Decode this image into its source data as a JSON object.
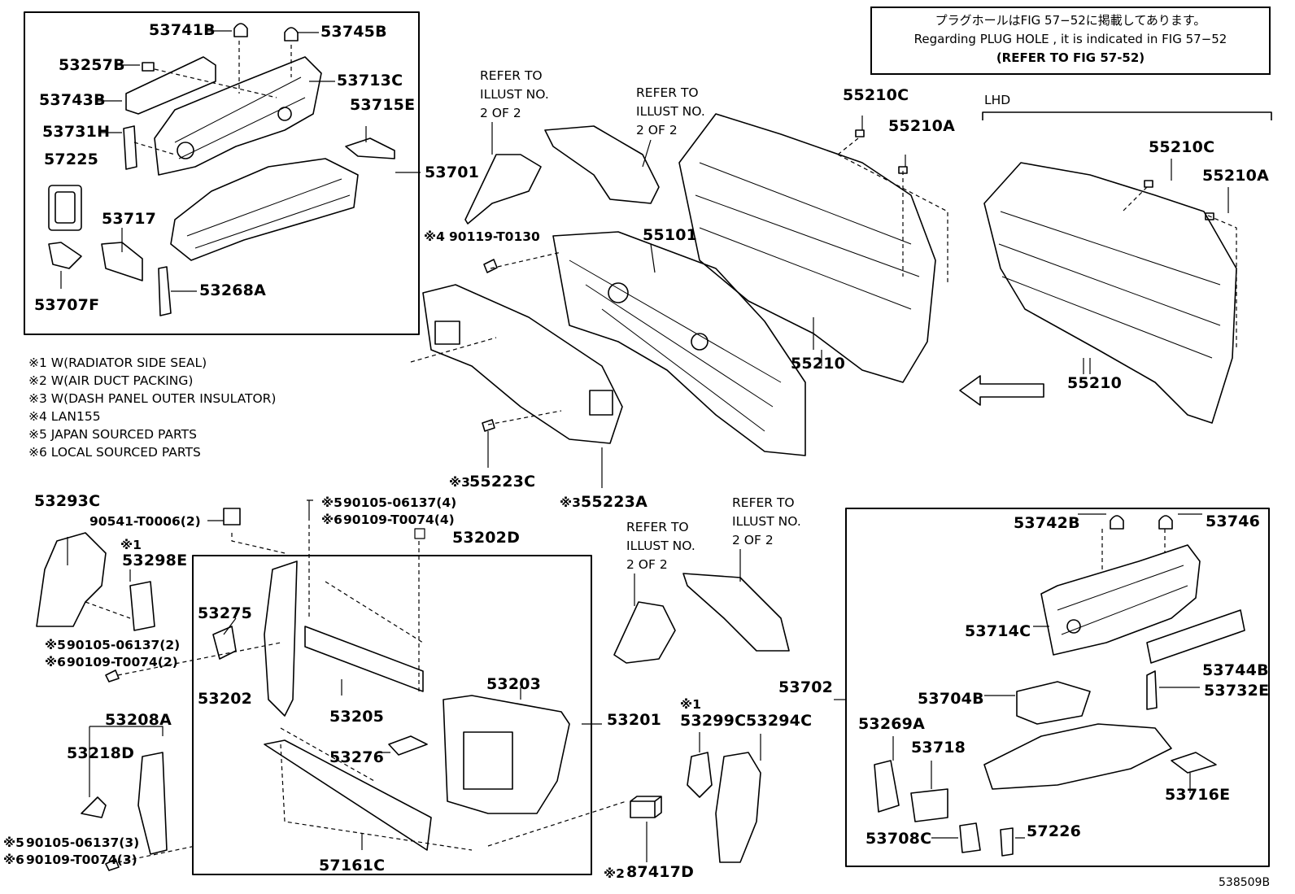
{
  "notice": {
    "line_jp": "プラグホールはFIG 57−52に掲載してあります。",
    "line_en": "Regarding  PLUG  HOLE , it is indicated in FIG  57−52",
    "line_ref": "(REFER  TO  FIG 57-52)"
  },
  "lhd_label": "LHD",
  "footnotes": [
    "※1 W(RADIATOR SIDE SEAL)",
    "※2 W(AIR DUCT PACKING)",
    "※3 W(DASH PANEL OUTER INSULATOR)",
    "※4 LAN155",
    "※5 JAPAN SOURCED PARTS",
    "※6 LOCAL SOURCED PARTS"
  ],
  "refer_text": "REFER TO\nILLUST NO.\n2 OF 2",
  "part_numbers": {
    "p53741B": "53741B",
    "p53745B": "53745B",
    "p53257B": "53257B",
    "p53713C": "53713C",
    "p53743B": "53743B",
    "p53715E": "53715E",
    "p53731H": "53731H",
    "p57225": "57225",
    "p53701": "53701",
    "p53717": "53717",
    "p53707F": "53707F",
    "p53268A": "53268A",
    "p55101": "55101",
    "p55210C_a": "55210C",
    "p55210A_a": "55210A",
    "p55210_a": "55210",
    "p55210C_b": "55210C",
    "p55210A_b": "55210A",
    "p55210_b": "55210",
    "p90119": "90119-T0130",
    "p55223C": "55223C",
    "p55223A": "55223A",
    "p53293C": "53293C",
    "p90541": "90541-T0006(2)",
    "p53298E": "53298E",
    "p90105_a": "90105-06137(4)",
    "p90109_a": "90109-T0074(4)",
    "p53202D": "53202D",
    "p90105_b": "90105-06137(2)",
    "p90109_b": "90109-T0074(2)",
    "p53275": "53275",
    "p53202": "53202",
    "p53205": "53205",
    "p53203": "53203",
    "p53201": "53201",
    "p53276": "53276",
    "p53208A": "53208A",
    "p53218D": "53218D",
    "p90105_c": "90105-06137(3)",
    "p90109_c": "90109-T0074(3)",
    "p57161C": "57161C",
    "p87417D": "87417D",
    "p53299C": "53299C",
    "p53294C": "53294C",
    "p53702": "53702",
    "p53742B": "53742B",
    "p53746": "53746",
    "p53714C": "53714C",
    "p53744B": "53744B",
    "p53704B": "53704B",
    "p53732E": "53732E",
    "p53269A": "53269A",
    "p53718": "53718",
    "p53716E": "53716E",
    "p53708C": "53708C",
    "p57226": "57226"
  },
  "marks": {
    "m1": "※1",
    "m2": "※2",
    "m3": "※3",
    "m4": "※4",
    "m5": "※5",
    "m6": "※6"
  },
  "figure_id": "538509B"
}
